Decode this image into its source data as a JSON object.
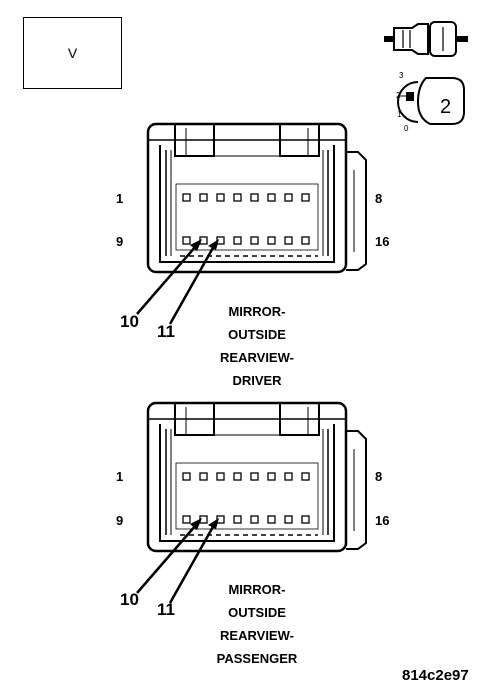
{
  "view_box": {
    "label": "V"
  },
  "connectors": [
    {
      "id": "driver",
      "title_lines": [
        "MIRROR-",
        "OUTSIDE",
        "REARVIEW-",
        "DRIVER"
      ],
      "pin_labels": {
        "top_left": "1",
        "top_right": "8",
        "bottom_left": "9",
        "bottom_right": "16"
      },
      "callouts": [
        "10",
        "11"
      ]
    },
    {
      "id": "passenger",
      "title_lines": [
        "MIRROR-",
        "OUTSIDE",
        "REARVIEW-",
        "PASSENGER"
      ],
      "pin_labels": {
        "top_left": "1",
        "top_right": "8",
        "bottom_left": "9",
        "bottom_right": "16"
      },
      "callouts": [
        "10",
        "11"
      ]
    }
  ],
  "lock_icon": {
    "positions": [
      "3",
      "2",
      "1",
      "0"
    ],
    "selected": "2"
  },
  "figure_code": "814c2e97"
}
